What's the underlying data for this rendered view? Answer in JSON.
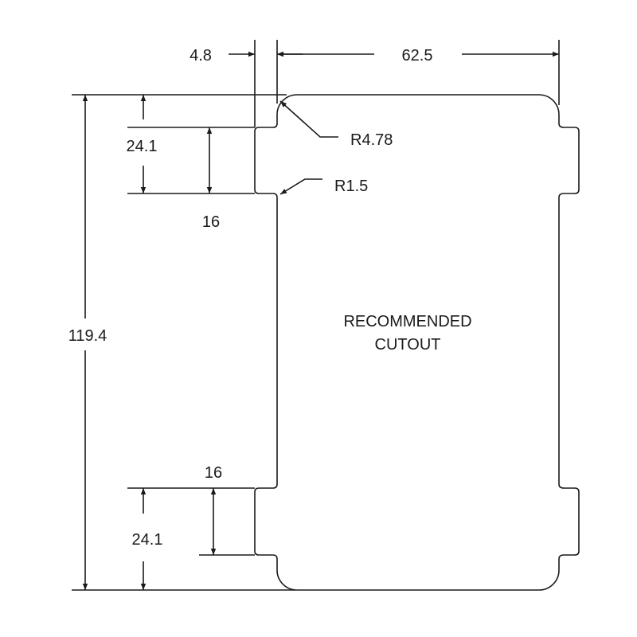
{
  "dimensions": {
    "tab_offset": "4.8",
    "body_width": "62.5",
    "total_height": "119.4",
    "top_tab_offset": "24.1",
    "top_tab_height": "16",
    "bottom_tab_height": "16",
    "bottom_tab_offset": "24.1"
  },
  "radii": {
    "corner": "R4.78",
    "fillet": "R1.5"
  },
  "label": {
    "line1": "RECOMMENDED",
    "line2": "CUTOUT"
  }
}
